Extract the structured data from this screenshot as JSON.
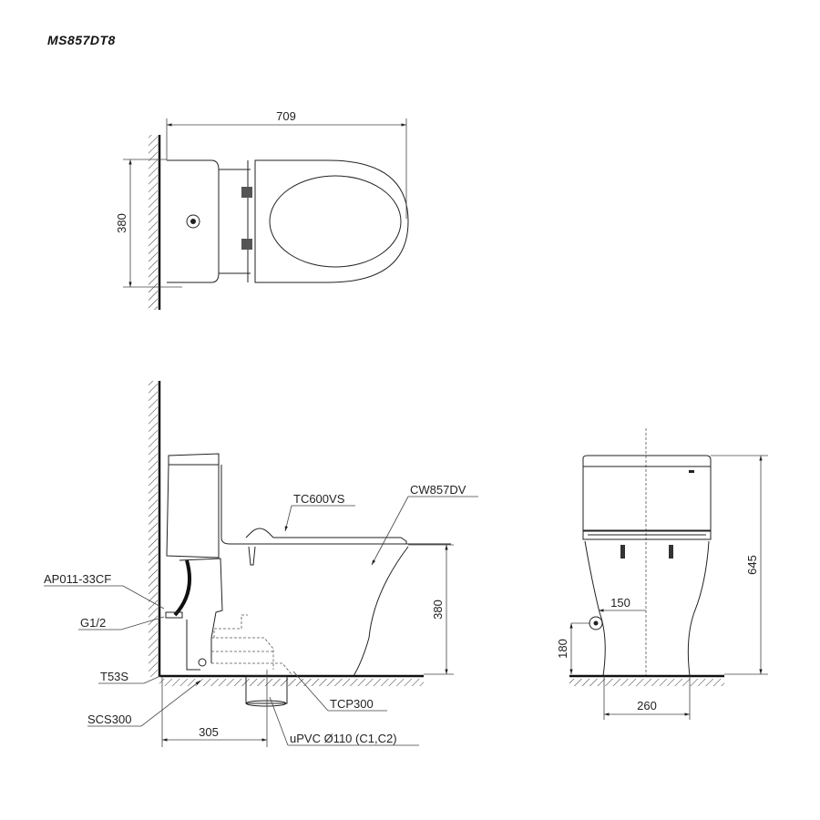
{
  "title": "MS857DT8",
  "top_view": {
    "width_dim": "709",
    "depth_dim": "380"
  },
  "side_view": {
    "labels": {
      "seat": "TC600VS",
      "bowl": "CW857DV",
      "angle_valve": "AP011-33CF",
      "inlet": "G1/2",
      "hose": "T53S",
      "sealing": "SCS300",
      "flange": "TCP300",
      "pipe": "uPVC Ø110 (C1,C2)"
    },
    "height_dim": "380",
    "rough_in_dim": "305"
  },
  "front_view": {
    "height_dim": "645",
    "inlet_offset_dim": "150",
    "inlet_height_dim": "180",
    "base_width_dim": "260"
  }
}
